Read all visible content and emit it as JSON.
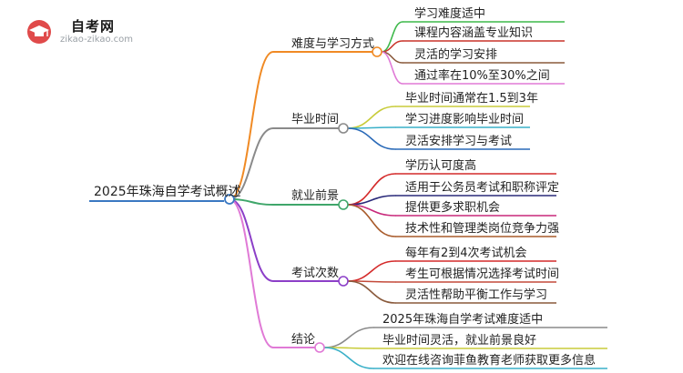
{
  "logo": {
    "title": "自考网",
    "url": "zikao-zikao.com",
    "icon": "graduation-cap-icon",
    "color": "#e04a4a"
  },
  "root": {
    "label": "2025年珠海自学考试概述",
    "color": "#3a78c2"
  },
  "branches": [
    {
      "label": "难度与学习方式",
      "color": "#f08a24",
      "children": [
        {
          "label": "学习难度适中",
          "color": "#3db84a"
        },
        {
          "label": "课程内容涵盖专业知识",
          "color": "#c9342a"
        },
        {
          "label": "灵活的学习安排",
          "color": "#8a5a3c"
        },
        {
          "label": "通过率在10%至30%之间",
          "color": "#e07ad6"
        }
      ]
    },
    {
      "label": "毕业时间",
      "color": "#8a8a8a",
      "children": [
        {
          "label": "毕业时间通常在1.5到3年",
          "color": "#c8cc3a"
        },
        {
          "label": "学习进度影响毕业时间",
          "color": "#3ab0c8"
        },
        {
          "label": "灵活安排学习与考试",
          "color": "#2a6ab8"
        }
      ]
    },
    {
      "label": "就业前景",
      "color": "#3fa66a",
      "children": [
        {
          "label": "学历认可度高",
          "color": "#d42a2a"
        },
        {
          "label": "适用于公务员考试和职称评定",
          "color": "#2a2a7a"
        },
        {
          "label": "提供更多求职机会",
          "color": "#c8287a"
        },
        {
          "label": "技术性和管理类岗位竞争力强",
          "color": "#a85a2a"
        }
      ]
    },
    {
      "label": "考试次数",
      "color": "#8c3fc8",
      "children": [
        {
          "label": "每年有2到4次考试机会",
          "color": "#d42a2a"
        },
        {
          "label": "考生可根据情况选择考试时间",
          "color": "#c44a3a"
        },
        {
          "label": "灵活性帮助平衡工作与学习",
          "color": "#8a5a3c"
        }
      ]
    },
    {
      "label": "结论",
      "color": "#e07ad6",
      "children": [
        {
          "label": "2025年珠海自学考试难度适中",
          "color": "#8a8a8a"
        },
        {
          "label": "毕业时间灵活，就业前景良好",
          "color": "#c8cc3a"
        },
        {
          "label": "欢迎在线咨询菲鱼教育老师获取更多信息",
          "color": "#3ab0c8"
        }
      ]
    }
  ]
}
